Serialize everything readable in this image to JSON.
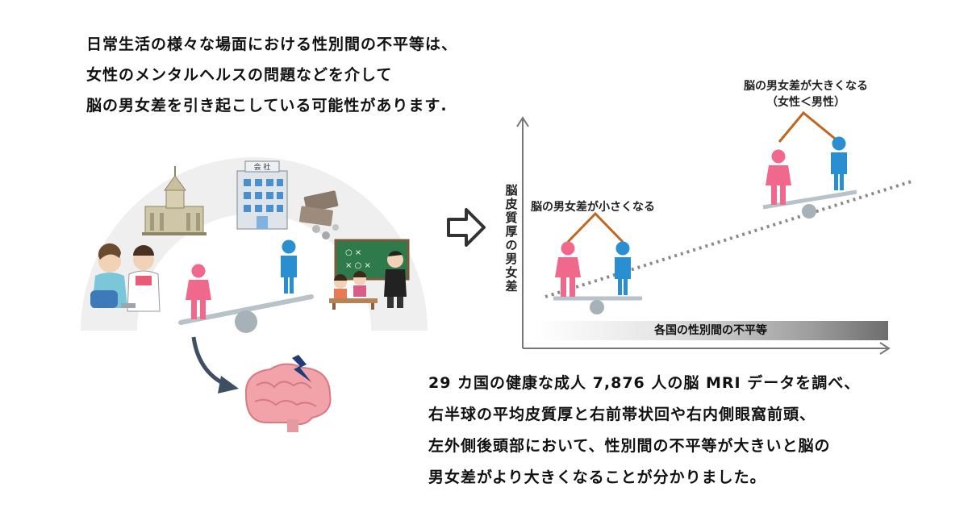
{
  "intro": {
    "lines": [
      "日常生活の様々な場面における性別間の不平等は、",
      "女性のメンタルヘルスの問題などを介して",
      "脳の男女差を引き起こしている可能性があります."
    ]
  },
  "illustration": {
    "company_sign": "会 社"
  },
  "chart": {
    "y_axis_label": "脳皮質厚の男女差",
    "x_axis_bar_label": "各国の性別間の不平等",
    "small_diff_label": "脳の男女差が小さくなる",
    "large_diff_label": "脳の男女差が大きくなる",
    "large_diff_sub": "（女性＜男性）"
  },
  "bottom": {
    "lines": [
      "29 カ国の健康な成人 7,876 人の脳 MRI データを調べ、",
      "右半球の平均皮質厚と右前帯状回や右内側眼窩前頭、",
      "左外側後頭部において、性別間の不平等が大きいと脳の",
      "男女差がより大きくなることが分かりました。"
    ]
  },
  "colors": {
    "female": "#f0688c",
    "male": "#2a8fd0",
    "bracket": "#c0661f",
    "arc": "#efefef",
    "seesaw": "#9aa7b0"
  }
}
